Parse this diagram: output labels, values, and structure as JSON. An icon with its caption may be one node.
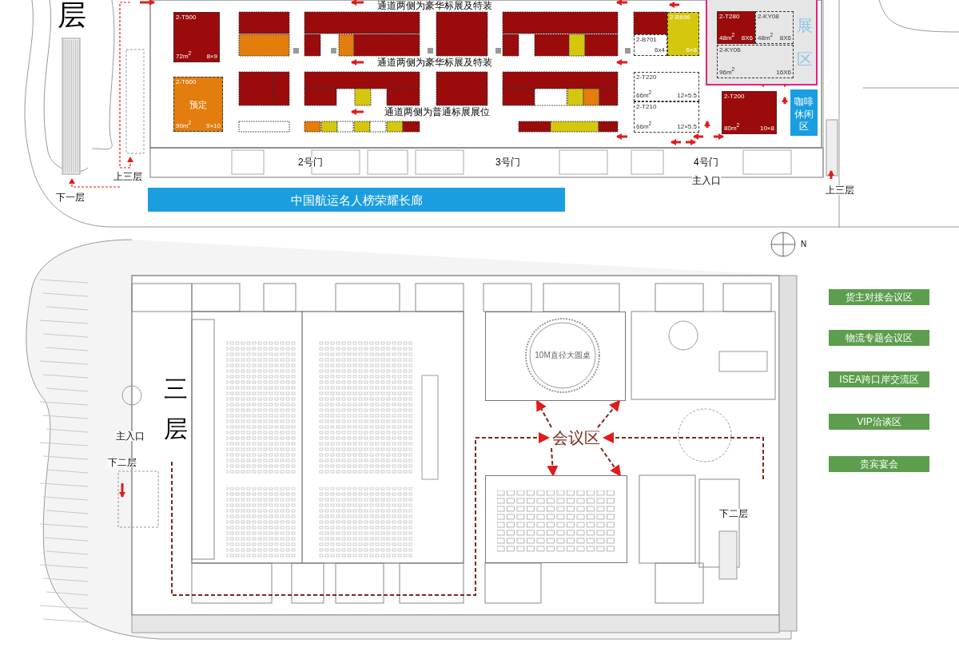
{
  "diagram": {
    "nodes": [
      {
        "text": [
          "10M直径大圆桌"
        ]
      },
      {
        "text": [
          "会议区"
        ]
      },
      {
        "text": [],
        "shape": "box"
      },
      {
        "text": [
          "货主对接会议区"
        ]
      },
      {
        "text": [
          "物流专题会议区"
        ]
      },
      {
        "text": [
          "ISEA跨口岸交流区"
        ]
      },
      {
        "text": [
          "VIP洽谈区"
        ]
      },
      {
        "text": [
          "贵宾宴会"
        ]
      },
      {
        "text": [
          "2-T500",
          "72m$^{2}$",
          "8×9"
        ]
      },
      {
        "text": [
          "2-T600",
          "预定",
          "90m$^{2}$",
          "9×10"
        ]
      },
      {
        "text": [
          "2-B696",
          "6×8"
        ]
      },
      {
        "text": [
          "2-B701",
          "6x4"
        ]
      },
      {
        "text": [
          "2-T220",
          "66m$^{2}$",
          "12×5.5"
        ]
      },
      {
        "text": [
          "2-T210",
          "66m$^{2}$",
          "12×5.5"
        ]
      },
      {
        "text": [
          "展",
          "区"
        ]
      },
      {
        "text": [
          "2-T280",
          "48m$^{2}$",
          "8X6"
        ],
        "in": 14
      },
      {
        "text": [
          "2-KY08",
          "48m$^{2}$",
          "8X6"
        ],
        "in": 14
      },
      {
        "text": [
          "2-KY06",
          "96m$^{2}$",
          "16X6"
        ],
        "in": 14
      },
      {
        "text": [
          "2-T200",
          "80m$^{2}$",
          "10×8"
        ]
      },
      {
        "text": [
          "咖啡休闲区"
        ]
      },
      {
        "text": [
          "中国航运名人榜荣耀长廊"
        ]
      }
    ],
    "edges": [
      {
        "from": 1,
        "to": 0,
        "arrow": "to",
        "style": "dashed"
      },
      {
        "from": 1,
        "to": 0,
        "arrow": "to",
        "style": "dashed"
      },
      {
        "from": 1,
        "to": 2,
        "arrow": "to",
        "style": "dashed"
      },
      {
        "from": 1,
        "to": 2,
        "arrow": "to",
        "style": "dashed"
      },
      {
        "from": null,
        "to": 1,
        "arrow": "to",
        "style": "dashed"
      },
      {
        "from": null,
        "to": 1,
        "arrow": "to",
        "style": "dashed"
      }
    ],
    "labels": [
      "层",
      "通道两侧为豪华标展及特装",
      "通道两侧为豪华标展及特装",
      "通道两侧为普通标展展位",
      "2号门",
      "3号门",
      "4号门",
      "主入口",
      "上三层",
      "上三层",
      "下一层",
      "N",
      "三",
      "层",
      "主入口",
      "下二层",
      "下二层"
    ]
  }
}
